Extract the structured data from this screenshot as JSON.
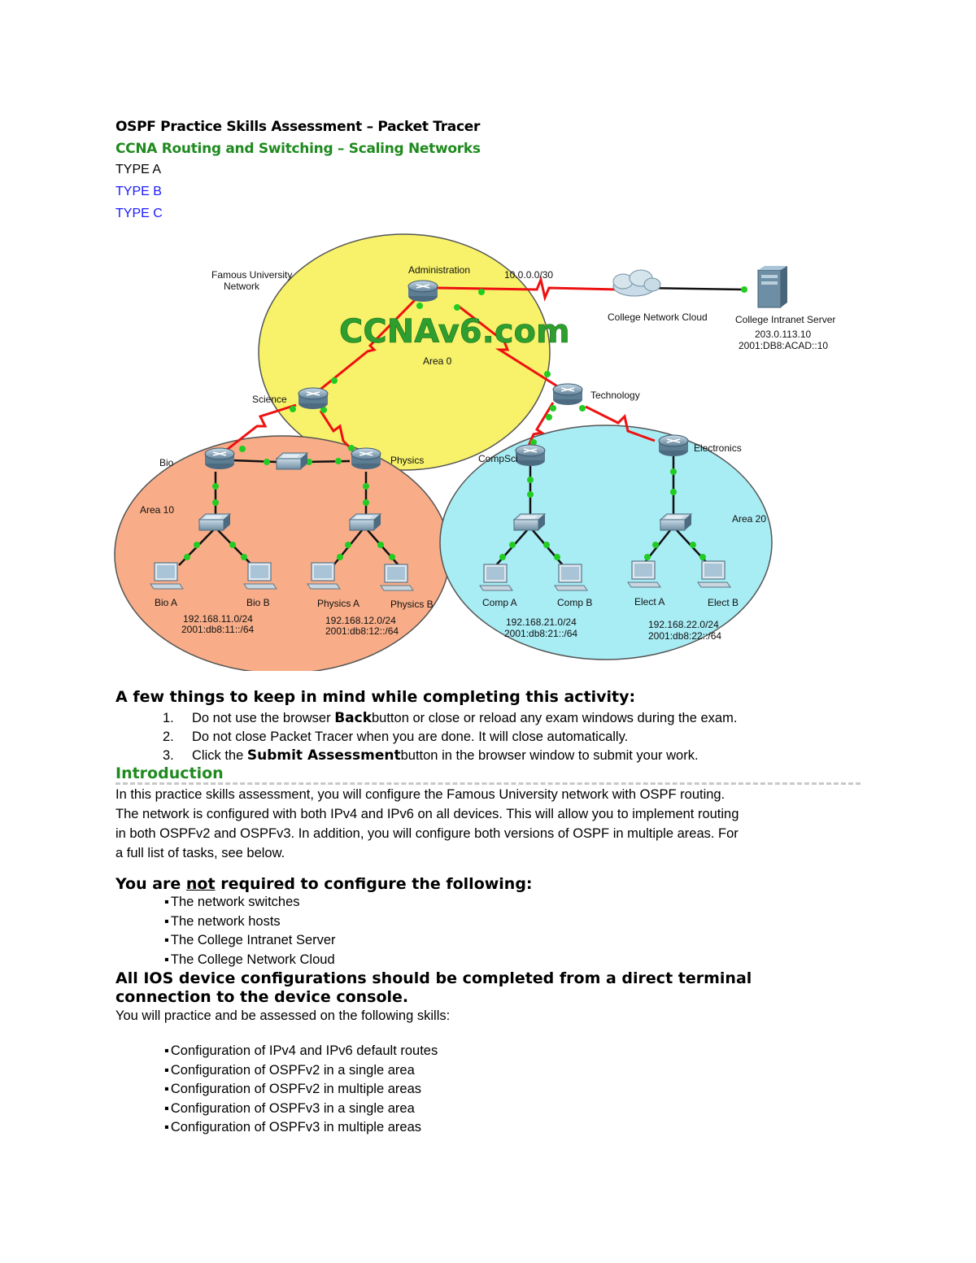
{
  "header": {
    "title": "OSPF Practice Skills Assessment – Packet Tracer",
    "subtitle": "CCNA Routing and Switching – Scaling Networks",
    "types": [
      "TYPE A",
      "TYPE B",
      "TYPE C"
    ]
  },
  "diagram": {
    "network_label": [
      "Famous University",
      "Network"
    ],
    "watermark": "CCNAv6.com",
    "areas": {
      "area0": "Area 0",
      "area10": "Area 10",
      "area20": "Area 20"
    },
    "routers": {
      "administration": "Administration",
      "science": "Science",
      "technology": "Technology",
      "bio": "Bio",
      "physics": "Physics",
      "compsci": "CompSci",
      "electronics": "Electronics"
    },
    "link_label": "10.0.0.0/30",
    "cloud": "College Network Cloud",
    "server": {
      "name": "College Intranet Server",
      "ipv4": "203.0.113.10",
      "ipv6": "2001:DB8:ACAD::10"
    },
    "hosts": [
      "Bio A",
      "Bio B",
      "Physics A",
      "Physics B",
      "Comp A",
      "Comp B",
      "Elect A",
      "Elect B"
    ],
    "subnets": {
      "bio": [
        "192.168.11.0/24",
        "2001:db8:11::/64"
      ],
      "physics": [
        "192.168.12.0/24",
        "2001:db8:12::/64"
      ],
      "comp": [
        "192.168.21.0/24",
        "2001:db8:21::/64"
      ],
      "elect": [
        "192.168.22.0/24",
        "2001:db8:22::/64"
      ]
    },
    "colors": {
      "area0": "#f7f26a",
      "area10": "#f8ad88",
      "area20": "#a8ecf4",
      "serial": "#ee1111",
      "ethernet": "#111111",
      "port": "#22cc22"
    }
  },
  "keep_in_mind": {
    "heading": "A few things to keep in mind while completing this activity:",
    "items": [
      {
        "num": "1.",
        "pre": "Do not use the browser ",
        "bold": "Back",
        "post": "button or close or reload any exam windows during the exam."
      },
      {
        "num": "2.",
        "pre": "Do not close Packet Tracer when you are done. It will close automatically.",
        "bold": "",
        "post": ""
      },
      {
        "num": "3.",
        "pre": "Click the ",
        "bold": "Submit Assessment",
        "post": "button in the browser window to submit your work."
      }
    ]
  },
  "introduction": {
    "heading": "Introduction",
    "lines": [
      "In this practice skills assessment, you will configure the Famous University network with OSPF routing.",
      "The network is configured with both IPv4 and IPv6 on all devices. This will allow you to implement routing",
      "in both OSPFv2 and OSPFv3. In addition, you will configure both versions of OSPF in multiple areas.  For",
      "a full list of tasks, see below."
    ]
  },
  "not_required": {
    "heading_pre": "You are ",
    "heading_u": "not",
    "heading_post": " required to configure the following:",
    "items": [
      "The network switches",
      "The network hosts",
      "The College Intranet Server",
      "The College Network Cloud"
    ]
  },
  "ios_note": [
    "All IOS device configurations should be completed from a direct terminal",
    "connection to the device console."
  ],
  "skills": {
    "intro": "You will practice and be assessed on the following skills:",
    "items": [
      "Configuration of IPv4 and IPv6 default routes",
      "Configuration of OSPFv2 in a single area",
      "Configuration of OSPFv2 in multiple areas",
      "Configuration of OSPFv3 in a single area",
      "Configuration of OSPFv3 in multiple areas"
    ]
  }
}
